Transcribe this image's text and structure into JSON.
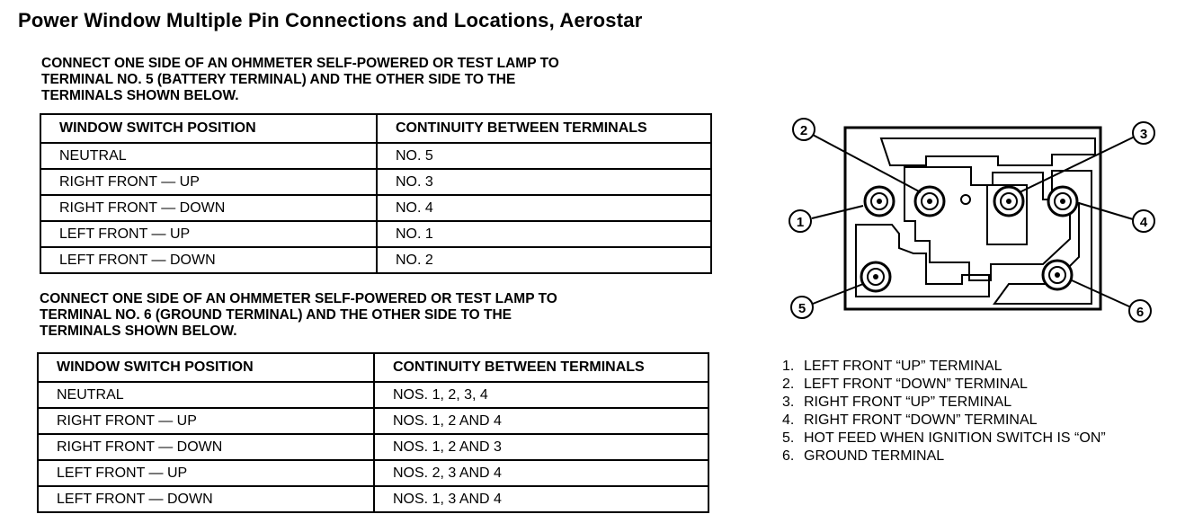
{
  "title": "Power Window Multiple Pin Connections and Locations, Aerostar",
  "sections": [
    {
      "instruction": "CONNECT ONE SIDE OF AN OHMMETER SELF-POWERED OR TEST LAMP TO TERMINAL NO. 5 (BATTERY TERMINAL) AND THE OTHER SIDE TO THE TERMINALS SHOWN BELOW.",
      "instruction_lines": [
        "CONNECT ONE SIDE OF AN OHMMETER SELF-POWERED OR TEST LAMP TO",
        "TERMINAL NO. 5 (BATTERY TERMINAL) AND THE OTHER SIDE TO THE",
        "TERMINALS SHOWN BELOW."
      ],
      "headers": [
        "WINDOW SWITCH POSITION",
        "CONTINUITY BETWEEN TERMINALS"
      ],
      "rows": [
        [
          "NEUTRAL",
          "NO. 5"
        ],
        [
          "RIGHT FRONT — UP",
          "NO. 3"
        ],
        [
          "RIGHT FRONT — DOWN",
          "NO. 4"
        ],
        [
          "LEFT FRONT — UP",
          "NO. 1"
        ],
        [
          "LEFT FRONT — DOWN",
          "NO. 2"
        ]
      ]
    },
    {
      "instruction": "CONNECT ONE SIDE OF AN OHMMETER SELF-POWERED OR TEST LAMP TO TERMINAL NO. 6 (GROUND TERMINAL) AND THE OTHER SIDE TO THE TERMINALS SHOWN BELOW.",
      "instruction_lines": [
        "CONNECT ONE SIDE OF AN OHMMETER SELF-POWERED OR TEST LAMP TO",
        "TERMINAL NO. 6 (GROUND TERMINAL) AND THE OTHER SIDE TO THE",
        "TERMINALS SHOWN BELOW."
      ],
      "headers": [
        "WINDOW SWITCH POSITION",
        "CONTINUITY BETWEEN TERMINALS"
      ],
      "rows": [
        [
          "NEUTRAL",
          "NOS. 1, 2, 3, 4"
        ],
        [
          "RIGHT FRONT — UP",
          "NOS. 1, 2 AND 4"
        ],
        [
          "RIGHT FRONT — DOWN",
          "NOS. 1, 2 AND 3"
        ],
        [
          "LEFT FRONT — UP",
          "NOS. 2, 3 AND 4"
        ],
        [
          "LEFT FRONT — DOWN",
          "NOS. 1, 3 AND 4"
        ]
      ]
    }
  ],
  "diagram": {
    "callouts": [
      "1",
      "2",
      "3",
      "4",
      "5",
      "6"
    ]
  },
  "legend": [
    {
      "num": "1.",
      "text": "LEFT FRONT “UP” TERMINAL"
    },
    {
      "num": "2.",
      "text": "LEFT FRONT “DOWN” TERMINAL"
    },
    {
      "num": "3.",
      "text": "RIGHT FRONT “UP” TERMINAL"
    },
    {
      "num": "4.",
      "text": "RIGHT FRONT “DOWN” TERMINAL"
    },
    {
      "num": "5.",
      "text": "HOT FEED WHEN IGNITION SWITCH IS “ON”"
    },
    {
      "num": "6.",
      "text": "GROUND TERMINAL"
    }
  ]
}
